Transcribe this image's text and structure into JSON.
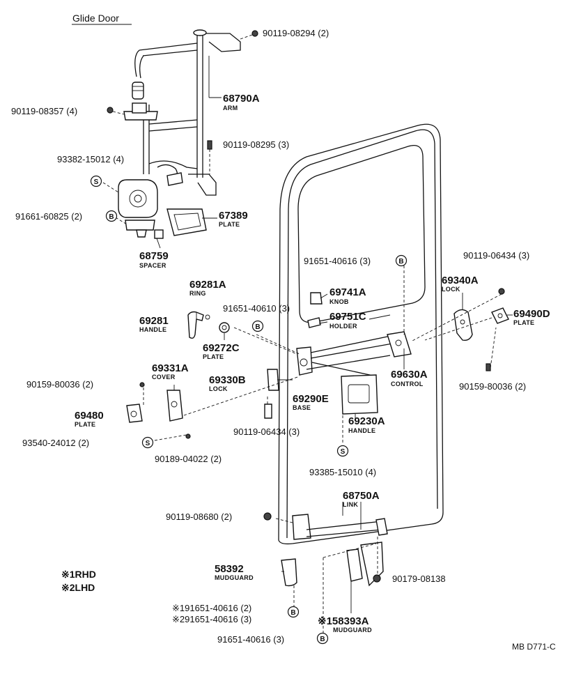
{
  "title": "Glide Door",
  "legend": {
    "rhd": "※1RHD",
    "lhd": "※2LHD"
  },
  "reference": "MB D771-C",
  "parts": {
    "p90119_08294": "90119-08294 (2)",
    "p68790A": "68790A",
    "p68790A_name": "ARM",
    "p90119_08357": "90119-08357 (4)",
    "p90119_08295": "90119-08295 (3)",
    "p93382_15012": "93382-15012 (4)",
    "p91661_60825": "91661-60825 (2)",
    "p67389": "67389",
    "p67389_name": "PLATE",
    "p68759": "68759",
    "p68759_name": "SPACER",
    "p91651_40616_top": "91651-40616 (3)",
    "p90119_06434_right": "90119-06434 (3)",
    "p69281A": "69281A",
    "p69281A_name": "RING",
    "p69741A": "69741A",
    "p69741A_name": "KNOB",
    "p69340A": "69340A",
    "p69340A_name": "LOCK",
    "p91651_40610": "91651-40610 (3)",
    "p69751C": "69751C",
    "p69751C_name": "HOLDER",
    "p69490D": "69490D",
    "p69490D_name": "PLATE",
    "p69281": "69281",
    "p69281_name": "HANDLE",
    "p69272C": "69272C",
    "p69272C_name": "PLATE",
    "p69331A": "69331A",
    "p69331A_name": "COVER",
    "p69330B": "69330B",
    "p69330B_name": "LOCK",
    "p69630A": "69630A",
    "p69630A_name": "CONTROL",
    "p90159_80036_left": "90159-80036 (2)",
    "p90159_80036_right": "90159-80036 (2)",
    "p69290E": "69290E",
    "p69290E_name": "BASE",
    "p69480": "69480",
    "p69480_name": "PLATE",
    "p69230A": "69230A",
    "p69230A_name": "HANDLE",
    "p90119_06434_mid": "90119-06434 (3)",
    "p93540_24012": "93540-24012 (2)",
    "p90189_04022": "90189-04022 (2)",
    "p93385_15010": "93385-15010 (4)",
    "p68750A": "68750A",
    "p68750A_name": "LINK",
    "p90119_08680": "90119-08680 (2)",
    "p58392": "58392",
    "p58392_name": "MUDGUARD",
    "p90179_08138": "90179-08138",
    "p91651_40616_1": "※191651-40616 (2)",
    "p91651_40616_2": "※291651-40616 (3)",
    "p58393A": "※158393A",
    "p58393A_name": "MUDGUARD",
    "p91651_40616_bottom": "91651-40616 (3)"
  },
  "markers": {
    "s": "S",
    "b": "B"
  }
}
